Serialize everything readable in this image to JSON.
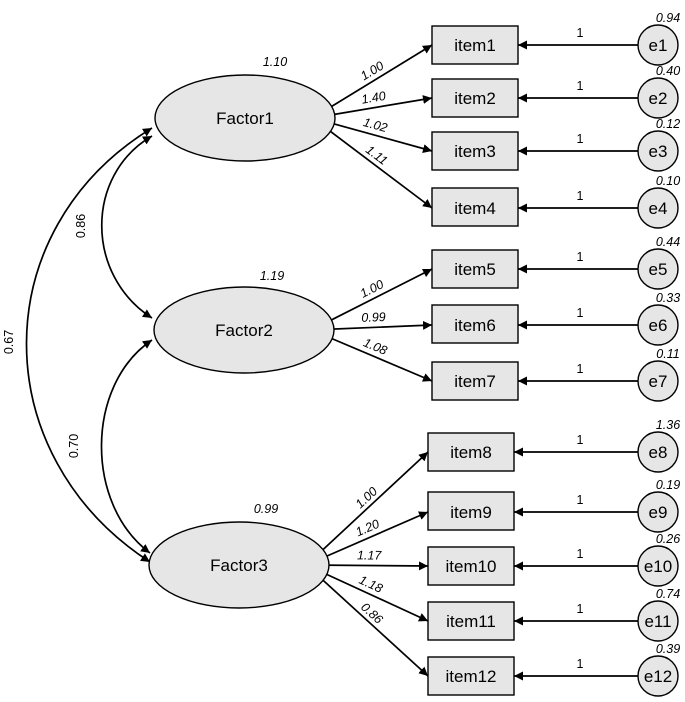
{
  "factors": [
    {
      "name": "Factor1",
      "variance": "1.10"
    },
    {
      "name": "Factor2",
      "variance": "1.19"
    },
    {
      "name": "Factor3",
      "variance": "0.99"
    }
  ],
  "items": [
    {
      "name": "item1",
      "loading": "1.00",
      "error": "e1",
      "error_variance": "0.94",
      "error_path": "1"
    },
    {
      "name": "item2",
      "loading": "1.40",
      "error": "e2",
      "error_variance": "0.40",
      "error_path": "1"
    },
    {
      "name": "item3",
      "loading": "1.02",
      "error": "e3",
      "error_variance": "0.12",
      "error_path": "1"
    },
    {
      "name": "item4",
      "loading": "1.11",
      "error": "e4",
      "error_variance": "0.10",
      "error_path": "1"
    },
    {
      "name": "item5",
      "loading": "1.00",
      "error": "e5",
      "error_variance": "0.44",
      "error_path": "1"
    },
    {
      "name": "item6",
      "loading": "0.99",
      "error": "e6",
      "error_variance": "0.33",
      "error_path": "1"
    },
    {
      "name": "item7",
      "loading": "1.08",
      "error": "e7",
      "error_variance": "0.11",
      "error_path": "1"
    },
    {
      "name": "item8",
      "loading": "1.00",
      "error": "e8",
      "error_variance": "1.36",
      "error_path": "1"
    },
    {
      "name": "item9",
      "loading": "1.20",
      "error": "e9",
      "error_variance": "0.19",
      "error_path": "1"
    },
    {
      "name": "item10",
      "loading": "1.17",
      "error": "e10",
      "error_variance": "0.26",
      "error_path": "1"
    },
    {
      "name": "item11",
      "loading": "1.18",
      "error": "e11",
      "error_variance": "0.74",
      "error_path": "1"
    },
    {
      "name": "item12",
      "loading": "0.86",
      "error": "e12",
      "error_variance": "0.39",
      "error_path": "1"
    }
  ],
  "covariances": {
    "f1_f2": "0.86",
    "f2_f3": "0.70",
    "f1_f3": "0.67"
  }
}
